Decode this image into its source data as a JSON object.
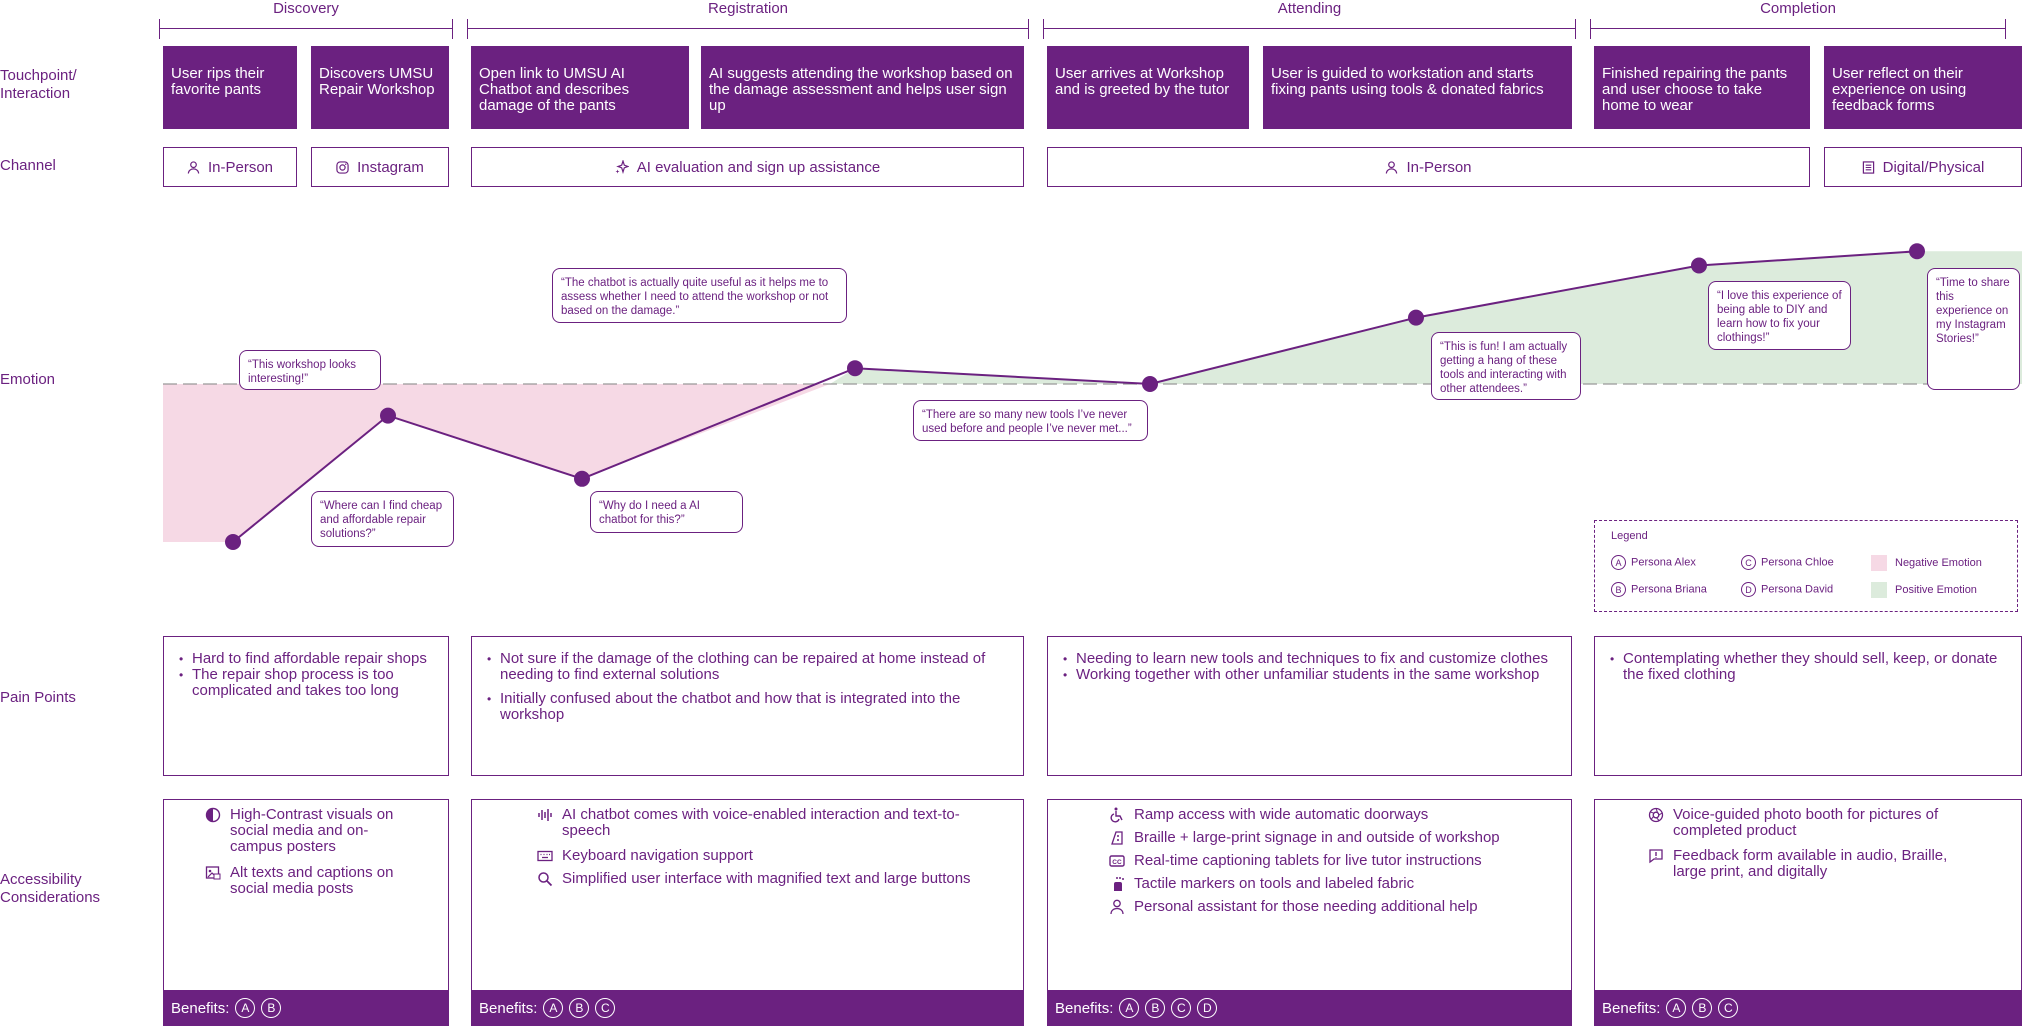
{
  "phases": [
    "Discovery",
    "Registration",
    "Attending",
    "Completion"
  ],
  "row_labels": {
    "touchpoint": "Touchpoint/\nInteraction",
    "channel": "Channel",
    "emotion": "Emotion",
    "pain_points": "Pain Points",
    "accessibility": "Accessibility\nConsiderations"
  },
  "touchpoints": [
    "User rips their favorite pants",
    "Discovers UMSU Repair Workshop",
    "Open link to UMSU AI Chatbot and describes damage of the pants",
    "AI suggests attending the workshop based on the damage assessment and helps user sign up",
    "User arrives at Workshop and is greeted by the tutor",
    "User is guided to workstation and starts fixing pants using tools & donated fabrics",
    "Finished repairing the pants and user choose to take home to wear",
    "User reflect on their experience on using feedback forms"
  ],
  "channels": [
    {
      "label": "In-Person",
      "icon": "person-icon"
    },
    {
      "label": "Instagram",
      "icon": "instagram-icon"
    },
    {
      "label": "AI evaluation and sign up assistance",
      "icon": "sparkle-icon"
    },
    {
      "label": "In-Person",
      "icon": "person-icon"
    },
    {
      "label": "Digital/Physical",
      "icon": "form-icon"
    }
  ],
  "emotion_points": [
    -1.0,
    -0.2,
    -0.6,
    0.1,
    0.0,
    0.42,
    0.75,
    0.84
  ],
  "quotes": [
    "“This workshop looks interesting!”",
    "“Where can I find cheap and affordable repair solutions?”",
    "“The chatbot is actually quite useful as it helps me to assess whether I need to attend the workshop or not based on the damage.”",
    "“Why do I need a AI chatbot for this?”",
    "“There are so many new tools I’ve never used before and people I’ve never met...”",
    "“This is fun! I am actually getting a hang of these tools and interacting with other attendees.”",
    "“I love this experience of being able to DIY and learn how to fix your clothings!”",
    "“Time to share this experience on my Instagram Stories!”"
  ],
  "legend": {
    "title": "Legend",
    "personas": [
      {
        "letter": "A",
        "name": "Persona Alex"
      },
      {
        "letter": "C",
        "name": "Persona Chloe"
      },
      {
        "letter": "B",
        "name": "Persona Briana"
      },
      {
        "letter": "D",
        "name": "Persona David"
      }
    ],
    "negative": "Negative Emotion",
    "positive": "Positive Emotion",
    "negative_color": "#f6d9e5",
    "positive_color": "#dcebdc"
  },
  "pain_points": [
    [
      "Hard to find affordable repair shops",
      "The repair shop process is too complicated and takes too long"
    ],
    [
      "Not sure if the damage of the clothing can be repaired at home instead of needing to find external solutions",
      "Initially confused about the chatbot and how that is integrated into the workshop"
    ],
    [
      "Needing to learn new tools and techniques to fix and customize clothes",
      "Working together with other unfamiliar students in the same workshop"
    ],
    [
      "Contemplating whether they should sell, keep, or donate the fixed clothing"
    ]
  ],
  "accessibility": [
    [
      {
        "text": "High-Contrast visuals on social media and on-campus posters",
        "icon": "contrast-icon"
      },
      {
        "text": "Alt texts and captions on social media posts",
        "icon": "image-caption-icon"
      }
    ],
    [
      {
        "text": "AI chatbot comes with voice-enabled interaction and text-to-speech",
        "icon": "voice-wave-icon"
      },
      {
        "text": "Keyboard navigation support",
        "icon": "keyboard-icon"
      },
      {
        "text": "Simplified user interface with magnified text and large buttons",
        "icon": "magnifier-icon"
      }
    ],
    [
      {
        "text": "Ramp access with wide automatic doorways",
        "icon": "wheelchair-icon"
      },
      {
        "text": "Braille + large-print signage in and outside of workshop",
        "icon": "braille-icon"
      },
      {
        "text": "Real-time captioning tablets for live tutor instructions",
        "icon": "cc-icon"
      },
      {
        "text": "Tactile markers on tools and labeled fabric",
        "icon": "tactile-hand-icon"
      },
      {
        "text": "Personal assistant for those needing additional help",
        "icon": "person-icon"
      }
    ],
    [
      {
        "text": "Voice-guided photo booth for pictures of completed product",
        "icon": "camera-shutter-icon"
      },
      {
        "text": "Feedback form available in audio, Braille, large print, and digitally",
        "icon": "feedback-icon"
      }
    ]
  ],
  "benefits_label": "Benefits:",
  "benefits": [
    [
      "A",
      "B"
    ],
    [
      "A",
      "B",
      "C"
    ],
    [
      "A",
      "B",
      "C",
      "D"
    ],
    [
      "A",
      "B",
      "C"
    ]
  ],
  "colors": {
    "primary": "#6b2180"
  }
}
